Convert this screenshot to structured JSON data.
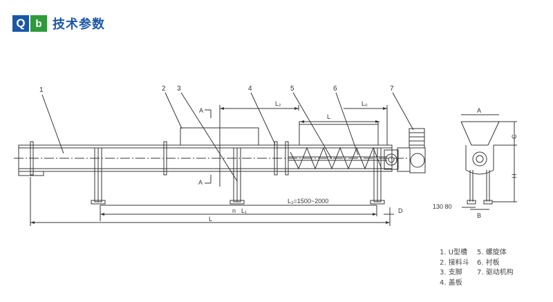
{
  "header": {
    "badge_q": "Q",
    "badge_b": "b",
    "title": "技术参数"
  },
  "colors": {
    "badge_q": "#1b57a6",
    "badge_b": "#2e9a3a",
    "title": "#1b57a6",
    "line": "#333333"
  },
  "callouts": [
    "1",
    "2",
    "3",
    "4",
    "5",
    "6",
    "7"
  ],
  "dimensions": {
    "L": "L",
    "L0": "L₀",
    "L2": "L₂",
    "L_inner": "L",
    "L1": "L₁",
    "L3": "L₃=1500~2000",
    "n": "n",
    "D": "D",
    "section_A_top": "A",
    "section_A_bottom": "A",
    "side_A": "A",
    "side_B": "B",
    "side_C": "C",
    "side_H": "H",
    "side_130_80": "130  80"
  },
  "legend": [
    [
      "1. U型槽",
      "5. 螺旋体"
    ],
    [
      "2. 接料斗",
      "6. 衬板"
    ],
    [
      "3. 支脚",
      "7. 驱动机构"
    ],
    [
      "4. 盖板",
      ""
    ]
  ]
}
